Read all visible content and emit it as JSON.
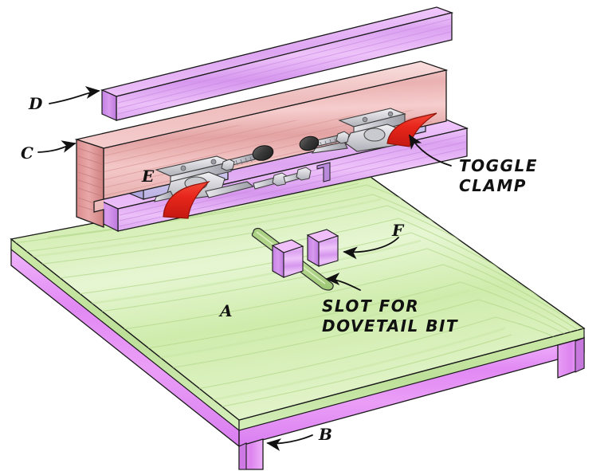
{
  "illustration": {
    "kind": "exploded-woodworking-jig-drawing",
    "subject": "Router table dovetail jig sled with fence and toggle clamps"
  },
  "labels": {
    "a": "A",
    "b": "B",
    "c": "C",
    "d": "D",
    "e": "E",
    "f": "F",
    "toggle_clamp": "TOGGLE\nCLAMP",
    "slot_for_dovetail_bit": "SLOT FOR\nDOVETAIL BIT"
  },
  "parts": [
    {
      "id": "A",
      "name": "base-panel",
      "color": "#d7efb8",
      "description": "large green base panel"
    },
    {
      "id": "B",
      "name": "base-leg",
      "color": "#e07cf0",
      "description": "magenta leg block under base"
    },
    {
      "id": "C",
      "name": "fence-front-board",
      "color": "#f3b8b8",
      "description": "pink fence front board"
    },
    {
      "id": "D",
      "name": "top-rail",
      "color": "#d89cf0",
      "description": "purple top rail board"
    },
    {
      "id": "E",
      "name": "clamp-riser-block",
      "color": "#c3bbe8",
      "description": "lavender clamp riser block"
    },
    {
      "id": "F",
      "name": "stop-block",
      "color": "#d98ce8",
      "description": "small purple stop blocks beside slot"
    }
  ],
  "hardware": {
    "toggle_clamp_handle_color": "#e8261c",
    "metal_color": "#d9d9dd",
    "knob_color": "#3a3a3a",
    "clamp_count": 2,
    "stop_block_count": 2
  },
  "colors": {
    "outline": "#1a1a1a",
    "green_top": "#d7efb8",
    "green_edge": "#bde099",
    "magenta_edge": "#e08ef0",
    "pink_board": "#f1b4b4",
    "pink_board_dark": "#d98c8c",
    "purple_rail": "#dba3f2",
    "purple_rail_dark": "#c07fe0",
    "lavender_block": "#c4bbe9",
    "red_handle": "#e8261c",
    "background": "#ffffff"
  }
}
